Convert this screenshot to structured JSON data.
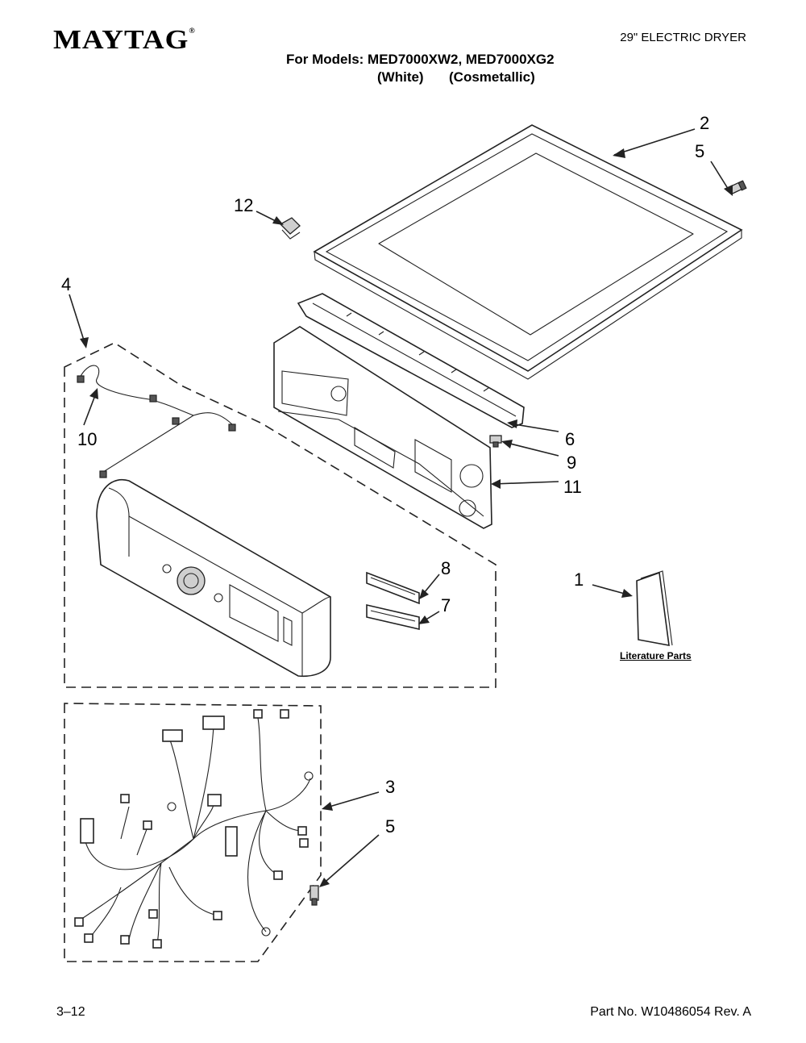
{
  "header": {
    "brand": "MAYTAG",
    "doc_type": "29\" ELECTRIC DRYER",
    "models_line": "For Models: MED7000XW2, MED7000XG2",
    "variant_white": "(White)",
    "variant_cosmetallic": "(Cosmetallic)"
  },
  "callouts": {
    "c1": "1",
    "c2": "2",
    "c3": "3",
    "c4": "4",
    "c5a": "5",
    "c5b": "5",
    "c6": "6",
    "c7": "7",
    "c8": "8",
    "c9": "9",
    "c10": "10",
    "c11": "11",
    "c12": "12"
  },
  "literature_label": "Literature Parts",
  "footer": {
    "page": "3–12",
    "part_no": "Part No. W10486054 Rev. A"
  }
}
